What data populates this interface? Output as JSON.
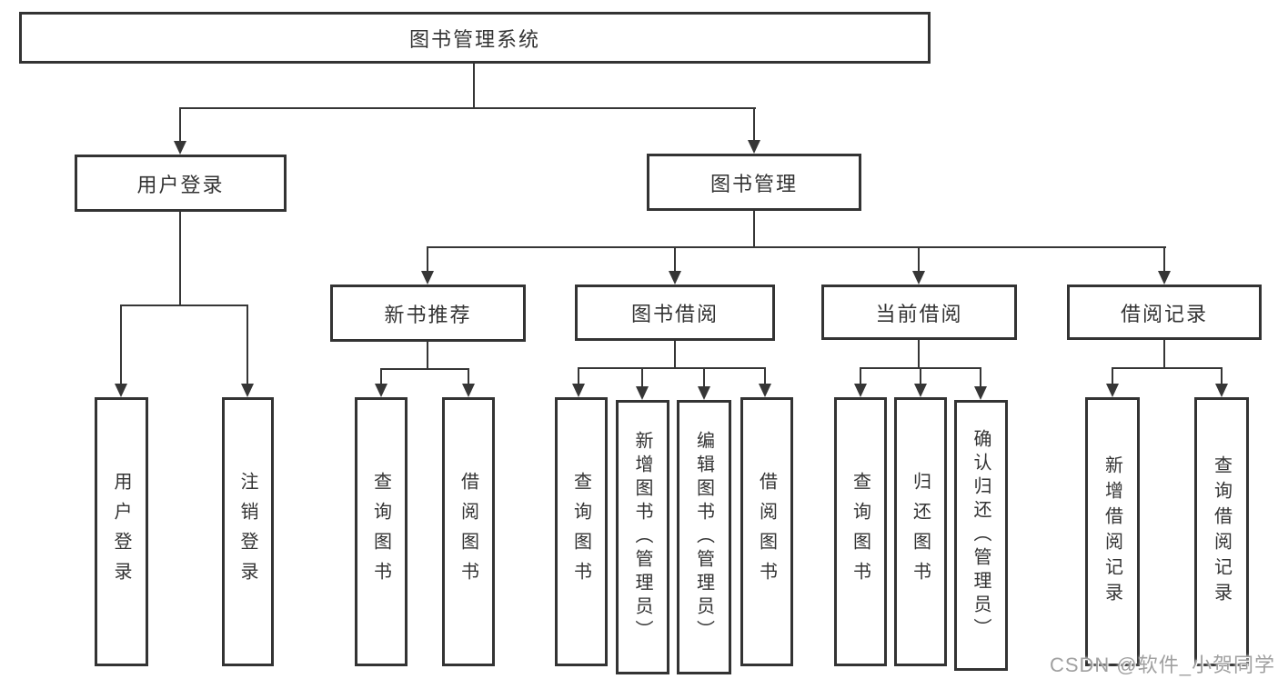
{
  "title": "图书管理系统",
  "watermark": {
    "text": "CSDN @软件_小贺同学"
  },
  "colors": {
    "line": "#363636",
    "box_border": "#333333",
    "text": "#333333",
    "watermark": "#a0a0a0",
    "background": "#ffffff"
  },
  "tree": {
    "root": {
      "label": "图书管理系统",
      "children": [
        {
          "label": "用户登录",
          "children": [
            {
              "label": "用户登录"
            },
            {
              "label": "注销登录"
            }
          ]
        },
        {
          "label": "图书管理",
          "children": [
            {
              "label": "新书推荐",
              "children": [
                {
                  "label": "查询图书"
                },
                {
                  "label": "借阅图书"
                }
              ]
            },
            {
              "label": "图书借阅",
              "children": [
                {
                  "label": "查询图书"
                },
                {
                  "label": "新增图书（管理员）"
                },
                {
                  "label": "编辑图书（管理员）"
                },
                {
                  "label": "借阅图书"
                }
              ]
            },
            {
              "label": "当前借阅",
              "children": [
                {
                  "label": "查询图书"
                },
                {
                  "label": "归还图书"
                },
                {
                  "label": "确认归还（管理员）"
                }
              ]
            },
            {
              "label": "借阅记录",
              "children": [
                {
                  "label": "新增借阅记录"
                },
                {
                  "label": "查询借阅记录"
                }
              ]
            }
          ]
        }
      ]
    }
  }
}
